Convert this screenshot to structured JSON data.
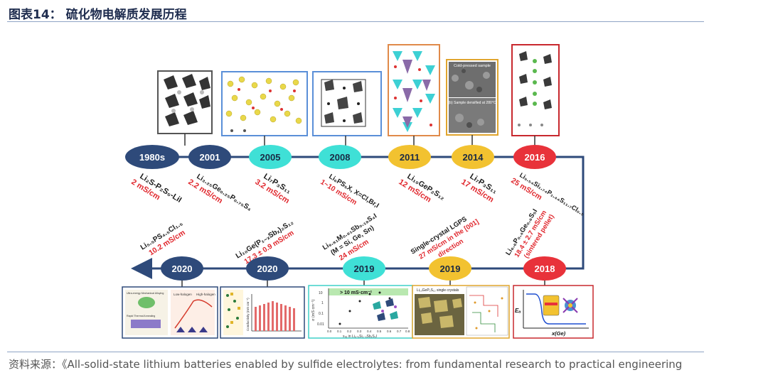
{
  "figure_title": "图表14： 硫化物电解质发展历程",
  "source": "资料来源：《All-solid-state lithium batteries enabled by sulfide electrolytes: from fundamental research to practical engineering",
  "colors": {
    "navy": "#2e4a7a",
    "teal": "#3fe0d6",
    "gold": "#f2c230",
    "red": "#e8323a",
    "conductivity_red": "#e0262c"
  },
  "upper_row": [
    {
      "year": "1980s",
      "formula": "Li₂S-P₂S₅-LiI",
      "conductivity": "2 mS/cm",
      "color": "navy"
    },
    {
      "year": "2001",
      "formula": "Li₃.₂₅Ge₀.₂₅P₀.₇₅S₄",
      "conductivity": "2.2 mS/cm",
      "color": "navy"
    },
    {
      "year": "2005",
      "formula": "Li₇P₃S₁₁",
      "conductivity": "3.2 mS/cm",
      "color": "teal"
    },
    {
      "year": "2008",
      "formula": "Li₆PS₅X, X=Cl,Br,I",
      "conductivity": "1~10 mS/cm",
      "color": "teal"
    },
    {
      "year": "2011",
      "formula": "Li₁₀GeP₂S₁₂",
      "conductivity": "12 mS/cm",
      "color": "gold"
    },
    {
      "year": "2014",
      "formula": "Li₇P₃S₁₁",
      "conductivity": "17 mS/cm",
      "color": "gold"
    },
    {
      "year": "2016",
      "formula": "Li₉.₅₄Si₁.₇₄P₁.₄₄S₁₁.₇Cl₀.₃",
      "conductivity": "25 mS/cm",
      "color": "red"
    }
  ],
  "lower_row": [
    {
      "year": "2020",
      "lines": [
        "Li₅.₅PS₄.₅Cl₁.₅"
      ],
      "conductivity": [
        "10.2 mS/cm"
      ],
      "color": "navy"
    },
    {
      "year": "2020",
      "lines": [
        "Li₁₀Ge(P₁₋ₓSbₓ)₂S₁₂"
      ],
      "conductivity": [
        "17.3 ± 0.9 mS/cm"
      ],
      "color": "navy"
    },
    {
      "year": "2019",
      "lines": [
        "Li₉.₈₁M₀.₈₁Sb₀.₁₉S₄I",
        "(M = Si, Ge, Sn)"
      ],
      "conductivity": [
        "24 mS/cm"
      ],
      "color": "teal"
    },
    {
      "year": "2019",
      "lines": [
        "Single-crystal LGPS"
      ],
      "conductivity": [
        "27 mS/cm  in the [001]",
        "direction"
      ],
      "color": "gold"
    },
    {
      "year": "2018",
      "lines": [
        "Li₆.₆P₀.₄Ge₀.₆S₅I"
      ],
      "conductivity": [
        "18.4 ± 2.7 mS/cm",
        "(sintered pellet)"
      ],
      "color": "red"
    }
  ],
  "inset_texts": {
    "sem_top": "Cold-pressed sample",
    "sem_bottom": "(b) Sample densified at 280°C",
    "plot_2019_label": "> 10 mS·cm⁻¹",
    "plot_2019_ylabel": "σ (mS cm⁻¹)",
    "plot_2019_xlabel": "xₛᵦ in Li₆₊ₓSi₁₋ₓSbₓS₅I",
    "plot_2019_xticks": [
      "0.0",
      "0.1",
      "0.2",
      "0.3",
      "0.4",
      "0.5",
      "0.6",
      "0.7",
      "0.8"
    ],
    "plot_2019_yticks": [
      "10",
      "1",
      "0.1",
      "0.01"
    ],
    "single_crystal_label": "Li₁₀GeP₂S₁₂ single crystals",
    "energy_axis": "Eₐ",
    "ge_axis": "x(Ge)",
    "low_halogen": "Low-halogen",
    "high_halogen": "High-halogen",
    "ultra_energy": "Ultra-energy Mechanical Alloying",
    "rapid_thermal": "Rapid Thermal Annealing",
    "conductivity_axis": "Conductivity (mS cm⁻¹)"
  }
}
